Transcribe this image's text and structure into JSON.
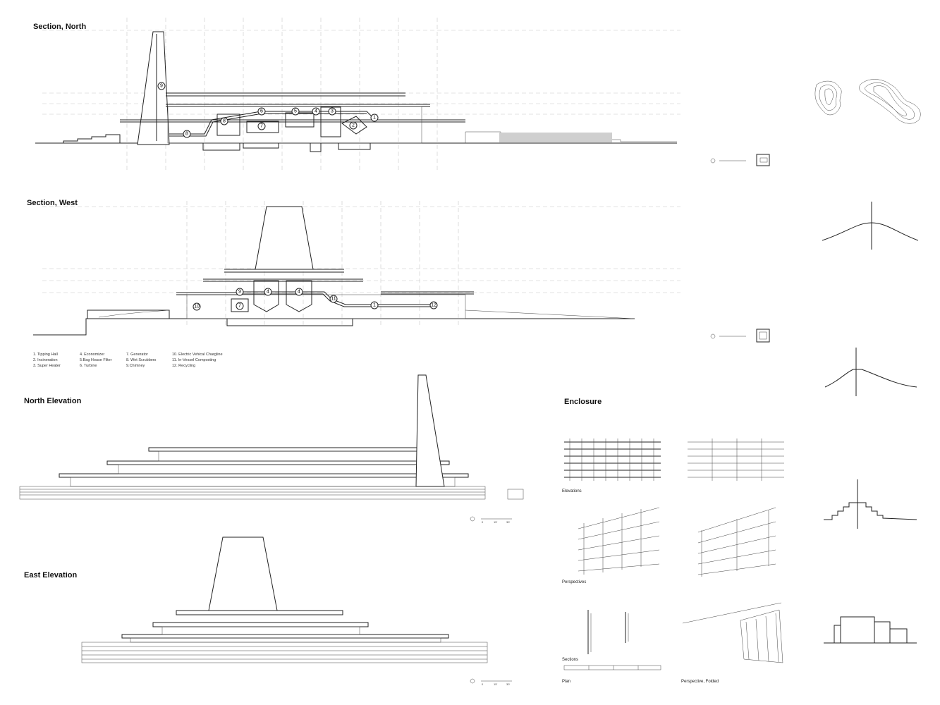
{
  "titles": {
    "section_north": "Section, North",
    "section_west": "Section, West",
    "north_elevation": "North Elevation",
    "east_elevation": "East Elevation",
    "enclosure": "Enclosure"
  },
  "legend": [
    [
      "1. Tipping Hall",
      "2. Incineration",
      "3. Super Heater"
    ],
    [
      "4. Economizer",
      "5.Bag House Filter",
      "6. Turbine"
    ],
    [
      "7. Generator",
      "8. Wet Scrubbers",
      "9.Chimney"
    ],
    [
      "10. Electric Vehical Chargline",
      "11. In-Vessel Composting",
      "12. Recycling"
    ]
  ],
  "enclosure_labels": {
    "elevations": "Elevations",
    "perspectives": "Perspectives",
    "sections": "Sections",
    "plan": "Plan",
    "perspective_folded": "Perspective, Folded"
  },
  "scale_ticks": [
    "0",
    "15'",
    "30'"
  ],
  "north_section_numbers": [
    "9",
    "8",
    "8",
    "6",
    "7",
    "5",
    "4",
    "3",
    "2",
    "1"
  ],
  "west_section_numbers": [
    "10",
    "7",
    "9",
    "4",
    "4",
    "11",
    "1",
    "12"
  ]
}
